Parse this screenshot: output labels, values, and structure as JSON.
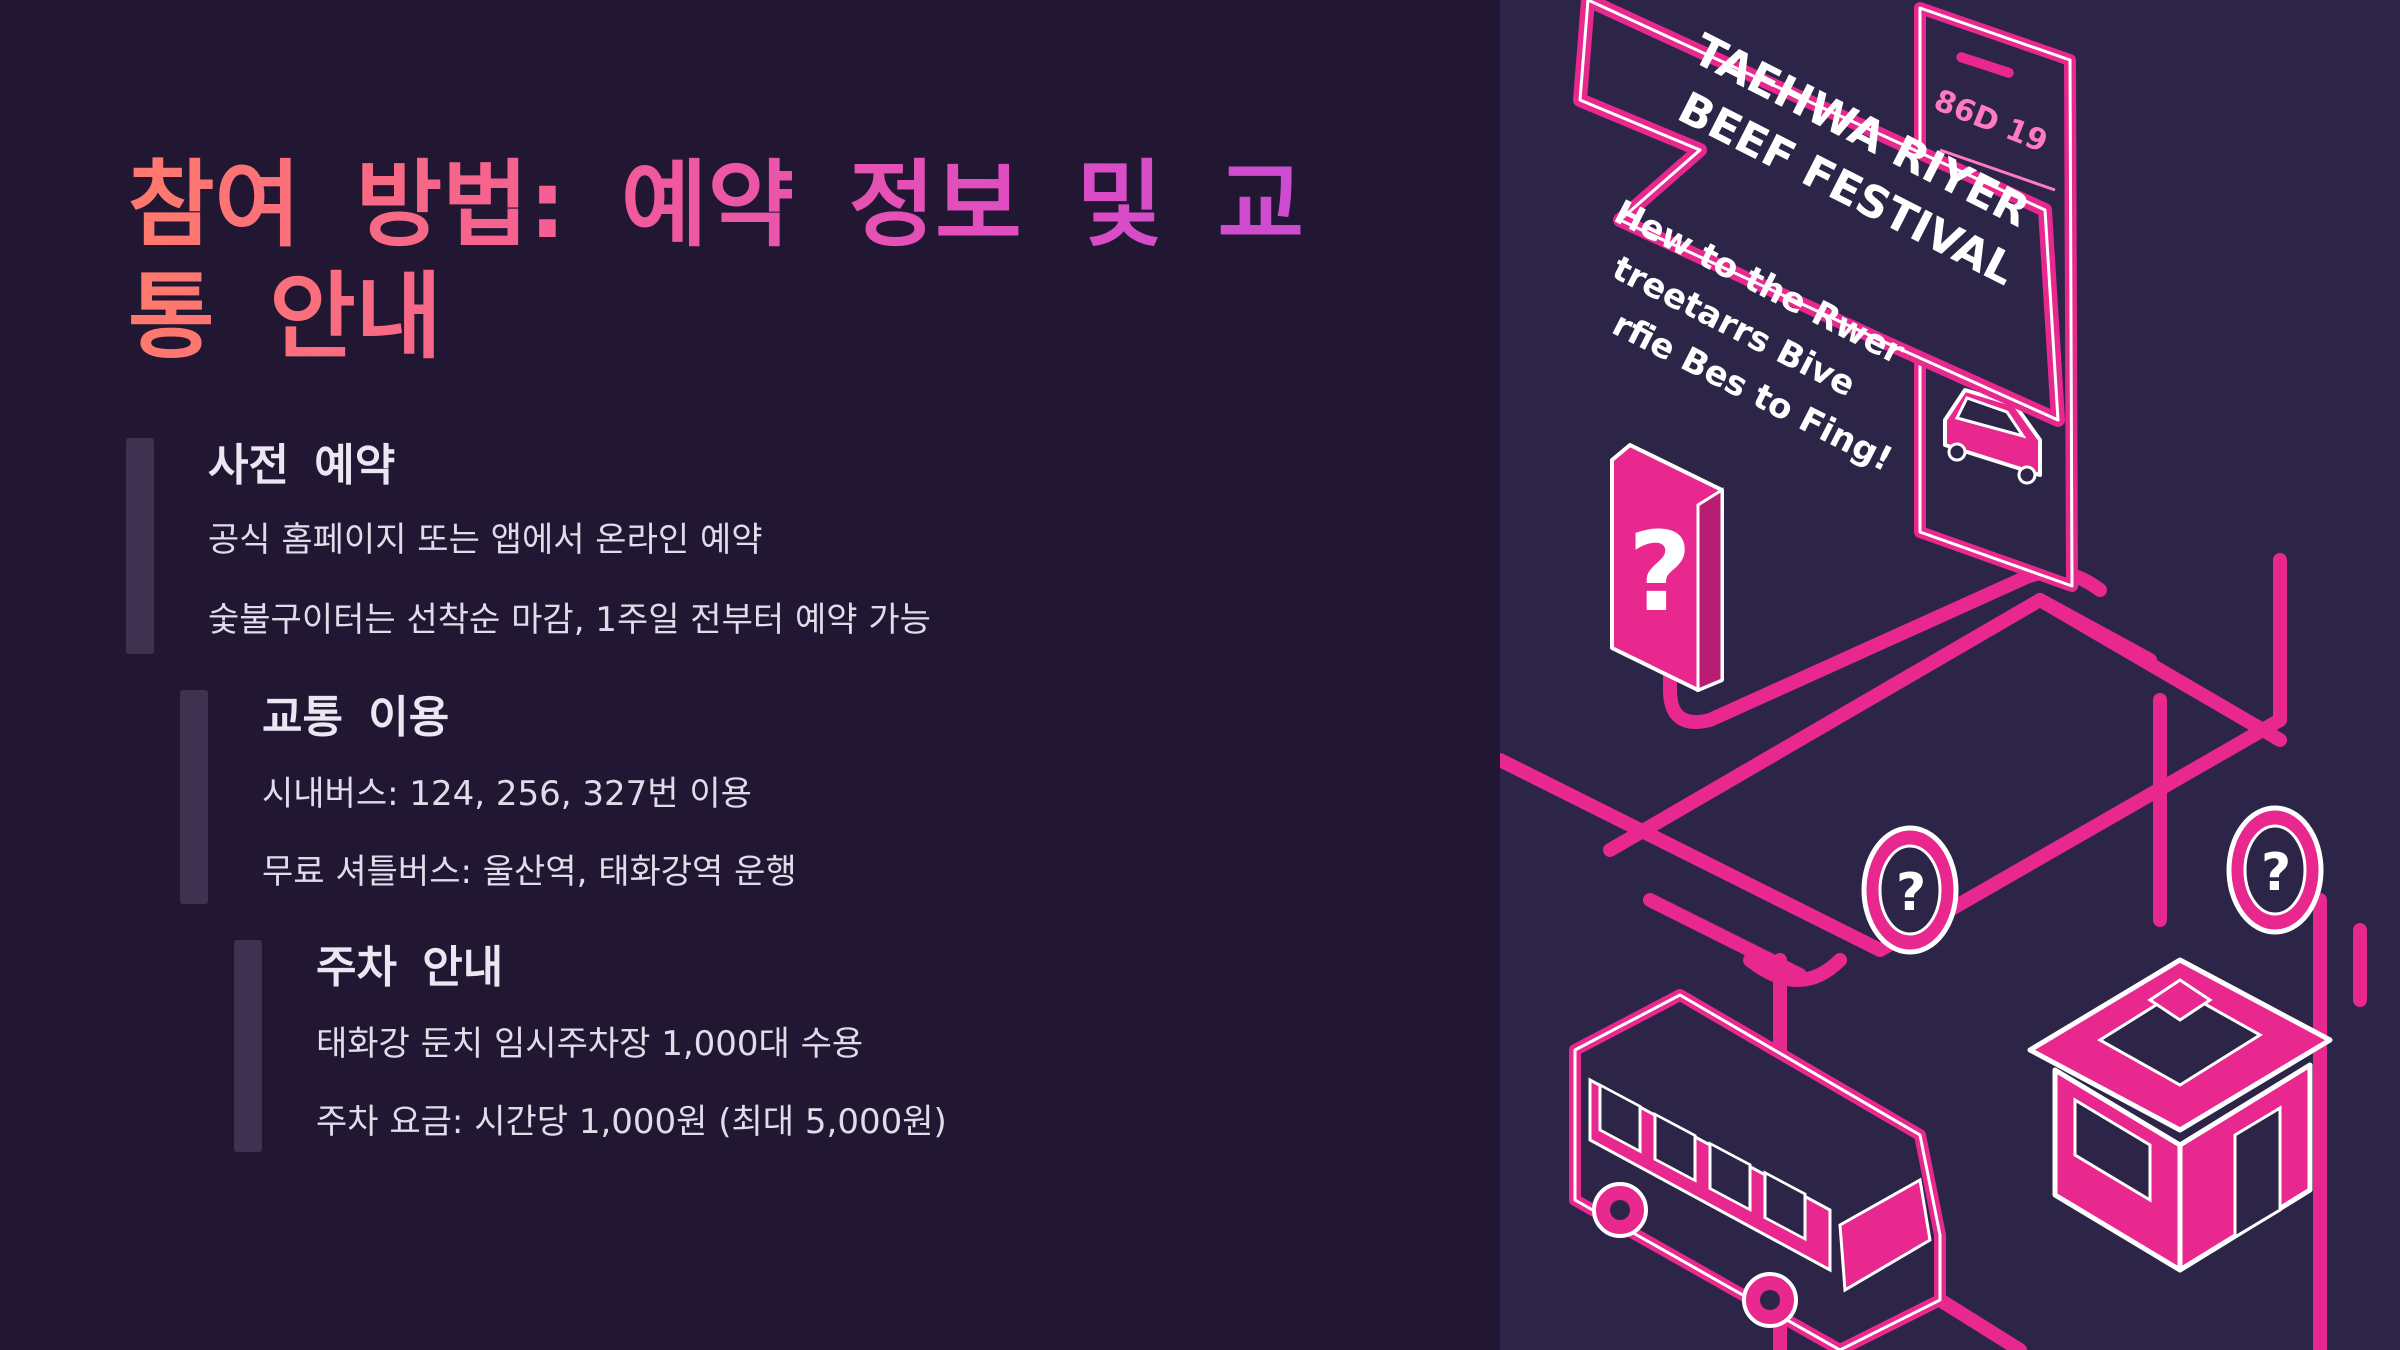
{
  "slide": {
    "title": "참여 방법: 예약 정보 및 교통 안내",
    "sections": [
      {
        "heading": "사전 예약",
        "lines": [
          "공식 홈페이지 또는 앱에서 온라인 예약",
          "숯불구이터는 선착순 마감, 1주일 전부터 예약 가능"
        ]
      },
      {
        "heading": "교통 이용",
        "lines": [
          "시내버스: 124, 256, 327번 이용",
          "무료 셔틀버스: 울산역, 태화강역 운행"
        ]
      },
      {
        "heading": "주차 안내",
        "lines": [
          "태화강 둔치 임시주차장 1,000대 수용",
          "주차 요금: 시간당 1,000원 (최대 5,000원)"
        ]
      }
    ]
  },
  "illustration": {
    "banner_line1": "TAEHWA RIYER",
    "banner_line2": "BEEF FESTIVAL",
    "tagline_line1": "Hew to the Rwer",
    "tagline_line2": "treetarrs Bive",
    "tagline_line3": "rfie Bes to Fing!",
    "phone_label": "86D 19",
    "question_mark": "?",
    "icons": [
      "bus-icon",
      "ticket-booth-icon",
      "car-icon",
      "taxi-icon",
      "question-sign-icon",
      "phone-icon"
    ]
  },
  "colors": {
    "background": "#221733",
    "panel": "#2d2547",
    "accent_pink": "#e8288f",
    "title_gradient_start": "#ff7a6b",
    "title_gradient_end": "#c84bd6",
    "bar": "#3d3250",
    "text": "#e2dbe9"
  }
}
